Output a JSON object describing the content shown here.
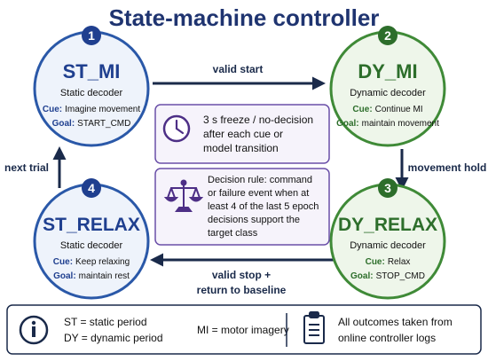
{
  "title": "State-machine controller",
  "colors": {
    "blue": "#1f3f8f",
    "blue_border": "#2a58a8",
    "blue_fill": "#eef3fb",
    "green": "#2d6e2b",
    "green_border": "#3f8a37",
    "green_fill": "#eef6ea",
    "dark": "#1a2a4a",
    "purple": "#4d2f86",
    "purple_border": "#6a4fa8",
    "purple_fill": "#f6f3fb"
  },
  "states": [
    {
      "number": "1",
      "name": "ST_MI",
      "decoder": "Static decoder",
      "cue_label": "Cue:",
      "cue": "Imagine movement",
      "goal_label": "Goal:",
      "goal": "START_CMD",
      "color": "blue"
    },
    {
      "number": "2",
      "name": "DY_MI",
      "decoder": "Dynamic decoder",
      "cue_label": "Cue:",
      "cue": "Continue MI",
      "goal_label": "Goal:",
      "goal": "maintain movement",
      "color": "green"
    },
    {
      "number": "3",
      "name": "DY_RELAX",
      "decoder": "Dynamic decoder",
      "cue_label": "Cue:",
      "cue": "Relax",
      "goal_label": "Goal:",
      "goal": "STOP_CMD",
      "color": "green"
    },
    {
      "number": "4",
      "name": "ST_RELAX",
      "decoder": "Static decoder",
      "cue_label": "Cue:",
      "cue": "Keep relaxing",
      "goal_label": "Goal:",
      "goal": "maintain rest",
      "color": "blue"
    }
  ],
  "transitions": {
    "top": "valid start",
    "right": "movement hold",
    "bottom_line1": "valid stop +",
    "bottom_line2": "return to baseline",
    "left": "next trial"
  },
  "rules": [
    {
      "icon": "clock-icon",
      "lines": [
        "3 s freeze / no-decision",
        "after each cue or",
        "model transition"
      ]
    },
    {
      "icon": "balance-scale-icon",
      "lines": [
        "Decision rule: command",
        "or failure event when at",
        "least 4 of the last 5 epoch",
        "decisions support the",
        "target class"
      ]
    }
  ],
  "legend": {
    "info_icon": "info-icon",
    "line1": "ST = static period",
    "line2": "DY = dynamic period",
    "mi": "MI = motor imagery",
    "clipboard_icon": "clipboard-icon",
    "note_line1": "All outcomes taken from",
    "note_line2": "online controller logs"
  }
}
